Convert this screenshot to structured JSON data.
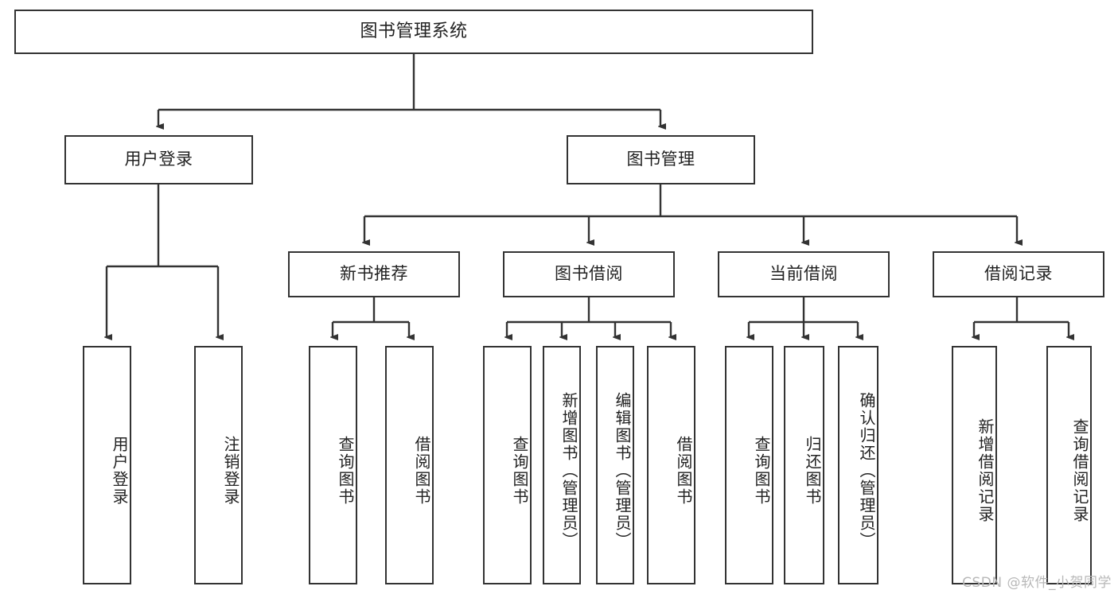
{
  "diagram": {
    "title": "图书管理系统",
    "type": "tree",
    "background_color": "#ffffff",
    "line_color": "#333333",
    "text_color": "#222222"
  },
  "nodes": {
    "root": {
      "label": "图书管理系统"
    },
    "level2": [
      {
        "label": "用户登录"
      },
      {
        "label": "图书管理"
      }
    ],
    "level3": [
      {
        "label": "新书推荐"
      },
      {
        "label": "图书借阅"
      },
      {
        "label": "当前借阅"
      },
      {
        "label": "借阅记录"
      }
    ],
    "leaves": {
      "user_login": [
        {
          "label": "用户登录"
        },
        {
          "label": "注销登录"
        }
      ],
      "new_book_recommend": [
        {
          "label": "查询图书"
        },
        {
          "label": "借阅图书"
        }
      ],
      "book_borrow": [
        {
          "label": "查询图书"
        },
        {
          "label": "新增图书（管理员）"
        },
        {
          "label": "编辑图书（管理员）"
        },
        {
          "label": "借阅图书"
        }
      ],
      "current_borrow": [
        {
          "label": "查询图书"
        },
        {
          "label": "归还图书"
        },
        {
          "label": "确认归还（管理员）"
        }
      ],
      "borrow_record": [
        {
          "label": "新增借阅记录"
        },
        {
          "label": "查询借阅记录"
        }
      ]
    }
  },
  "watermark": {
    "text": "CSDN @软件_小贺同学"
  }
}
